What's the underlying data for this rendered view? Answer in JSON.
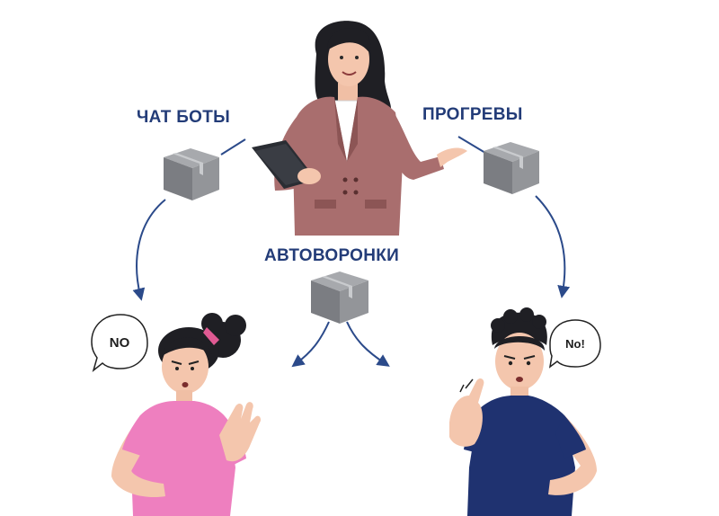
{
  "labels": {
    "chat_bots": "ЧАТ БОТЫ",
    "warmups": "ПРОГРЕВЫ",
    "autofunnels": "АВТОВОРОНКИ"
  },
  "bubbles": {
    "left": "NO",
    "right": "No!"
  },
  "colors": {
    "label_text": "#233c78",
    "arrow": "#2b4a8a",
    "box": "#8a8c90",
    "jacket": "#a96e6e",
    "girl_shirt": "#ee7fbf",
    "boy_shirt": "#1f3270",
    "skin": "#f4c6ad",
    "hair": "#1f1f24"
  },
  "icons": [
    "package-box-icon",
    "speech-bubble-icon",
    "arrow-icon"
  ]
}
